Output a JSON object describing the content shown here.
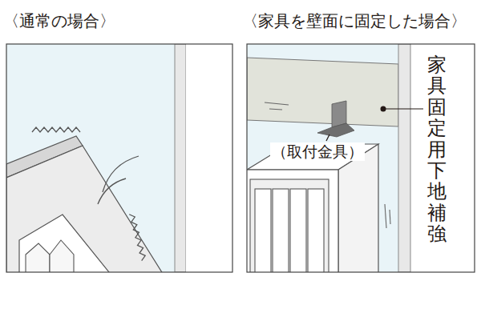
{
  "diagram": {
    "labels": [
      "〈通常の場合〉",
      "〈家具を壁面に固定した場合〉",
      "（取付金具）",
      "家具固定用下地補強"
    ]
  }
}
